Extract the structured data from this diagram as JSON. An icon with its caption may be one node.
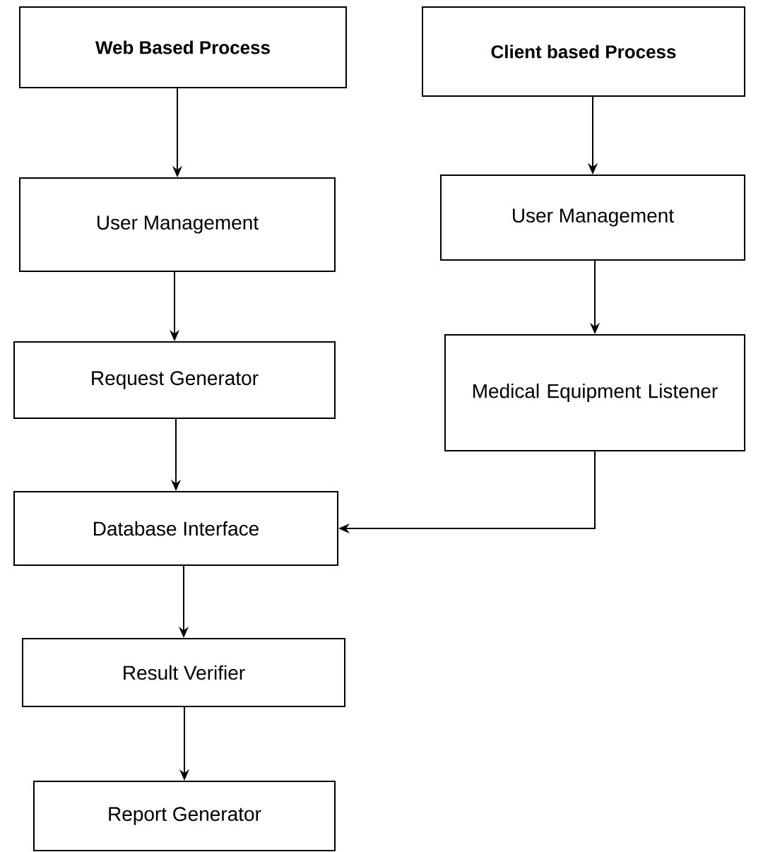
{
  "diagram": {
    "nodes": [
      {
        "text": [
          "Web Based Process"
        ]
      },
      {
        "text": [
          "Client based Process"
        ]
      },
      {
        "text": [
          "User Management"
        ]
      },
      {
        "text": [
          "User Management"
        ]
      },
      {
        "text": [
          "Request Generator"
        ]
      },
      {
        "text": [
          "Medical Equipment Listener"
        ]
      },
      {
        "text": [
          "Database Interface"
        ]
      },
      {
        "text": [
          "Result Verifier"
        ]
      },
      {
        "text": [
          "Report Generator"
        ]
      }
    ],
    "edges": [
      {
        "from": 0,
        "to": 2,
        "arrow": "to"
      },
      {
        "from": 1,
        "to": 3,
        "arrow": "to"
      },
      {
        "from": 2,
        "to": 4,
        "arrow": "to"
      },
      {
        "from": 3,
        "to": 5,
        "arrow": "to"
      },
      {
        "from": 4,
        "to": 6,
        "arrow": "to"
      },
      {
        "from": 5,
        "to": 6,
        "arrow": "to"
      },
      {
        "from": 6,
        "to": 7,
        "arrow": "to"
      },
      {
        "from": 7,
        "to": 8,
        "arrow": "to"
      }
    ]
  }
}
